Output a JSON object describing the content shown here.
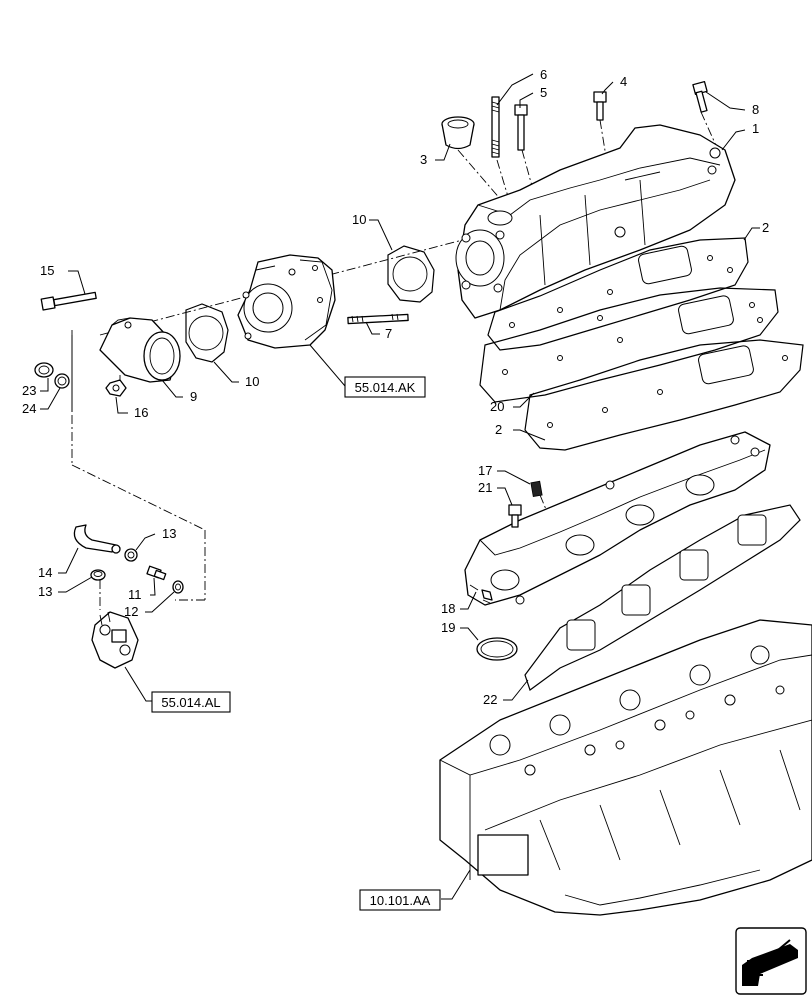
{
  "callouts": [
    {
      "id": "c1",
      "text": "1"
    },
    {
      "id": "c2a",
      "text": "2"
    },
    {
      "id": "c2b",
      "text": "2"
    },
    {
      "id": "c3",
      "text": "3"
    },
    {
      "id": "c4",
      "text": "4"
    },
    {
      "id": "c5",
      "text": "5"
    },
    {
      "id": "c6",
      "text": "6"
    },
    {
      "id": "c7",
      "text": "7"
    },
    {
      "id": "c8",
      "text": "8"
    },
    {
      "id": "c9",
      "text": "9"
    },
    {
      "id": "c10a",
      "text": "10"
    },
    {
      "id": "c10b",
      "text": "10"
    },
    {
      "id": "c11",
      "text": "11"
    },
    {
      "id": "c12",
      "text": "12"
    },
    {
      "id": "c13a",
      "text": "13"
    },
    {
      "id": "c13b",
      "text": "13"
    },
    {
      "id": "c14",
      "text": "14"
    },
    {
      "id": "c15",
      "text": "15"
    },
    {
      "id": "c16",
      "text": "16"
    },
    {
      "id": "c17",
      "text": "17"
    },
    {
      "id": "c18",
      "text": "18"
    },
    {
      "id": "c19",
      "text": "19"
    },
    {
      "id": "c20",
      "text": "20"
    },
    {
      "id": "c21",
      "text": "21"
    },
    {
      "id": "c22",
      "text": "22"
    },
    {
      "id": "c23",
      "text": "23"
    },
    {
      "id": "c24",
      "text": "24"
    }
  ],
  "references": {
    "throttle": "55.014.AK",
    "sensor": "55.014.AL",
    "cylinder_head": "10.101.AA"
  },
  "nav": {
    "icon": "return-arrow-icon"
  }
}
